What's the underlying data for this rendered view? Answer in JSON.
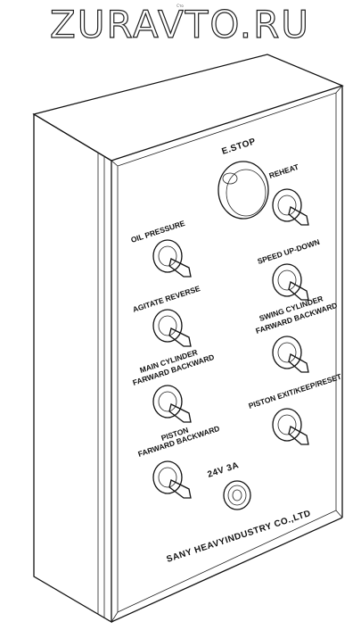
{
  "watermark": {
    "text": "ZURAVTO.RU",
    "micro": "Сто"
  },
  "panel": {
    "estop_label": "E.STOP",
    "reheat_label": "REHEAT",
    "oil_pressure_label": "OIL PRESSURE",
    "speed_label": "SPEED UP-DOWN",
    "agitate_label": "AGITATE REVERSE",
    "swing_line1": "SWING CYLINDER",
    "swing_line2": "FARWARD BACKWARD",
    "main_line1": "MAIN CYLINDER",
    "main_line2": "FARWARD BACKWARD",
    "piston_ext_label": "PISTON EXIT/KEEP/RESET",
    "piston_line1": "PISTON",
    "piston_line2": "FARWARD BACKWARD",
    "socket_label": "24V   3A",
    "maker_label": "SANY HEAVYINDUSTRY CO.,LTD"
  }
}
